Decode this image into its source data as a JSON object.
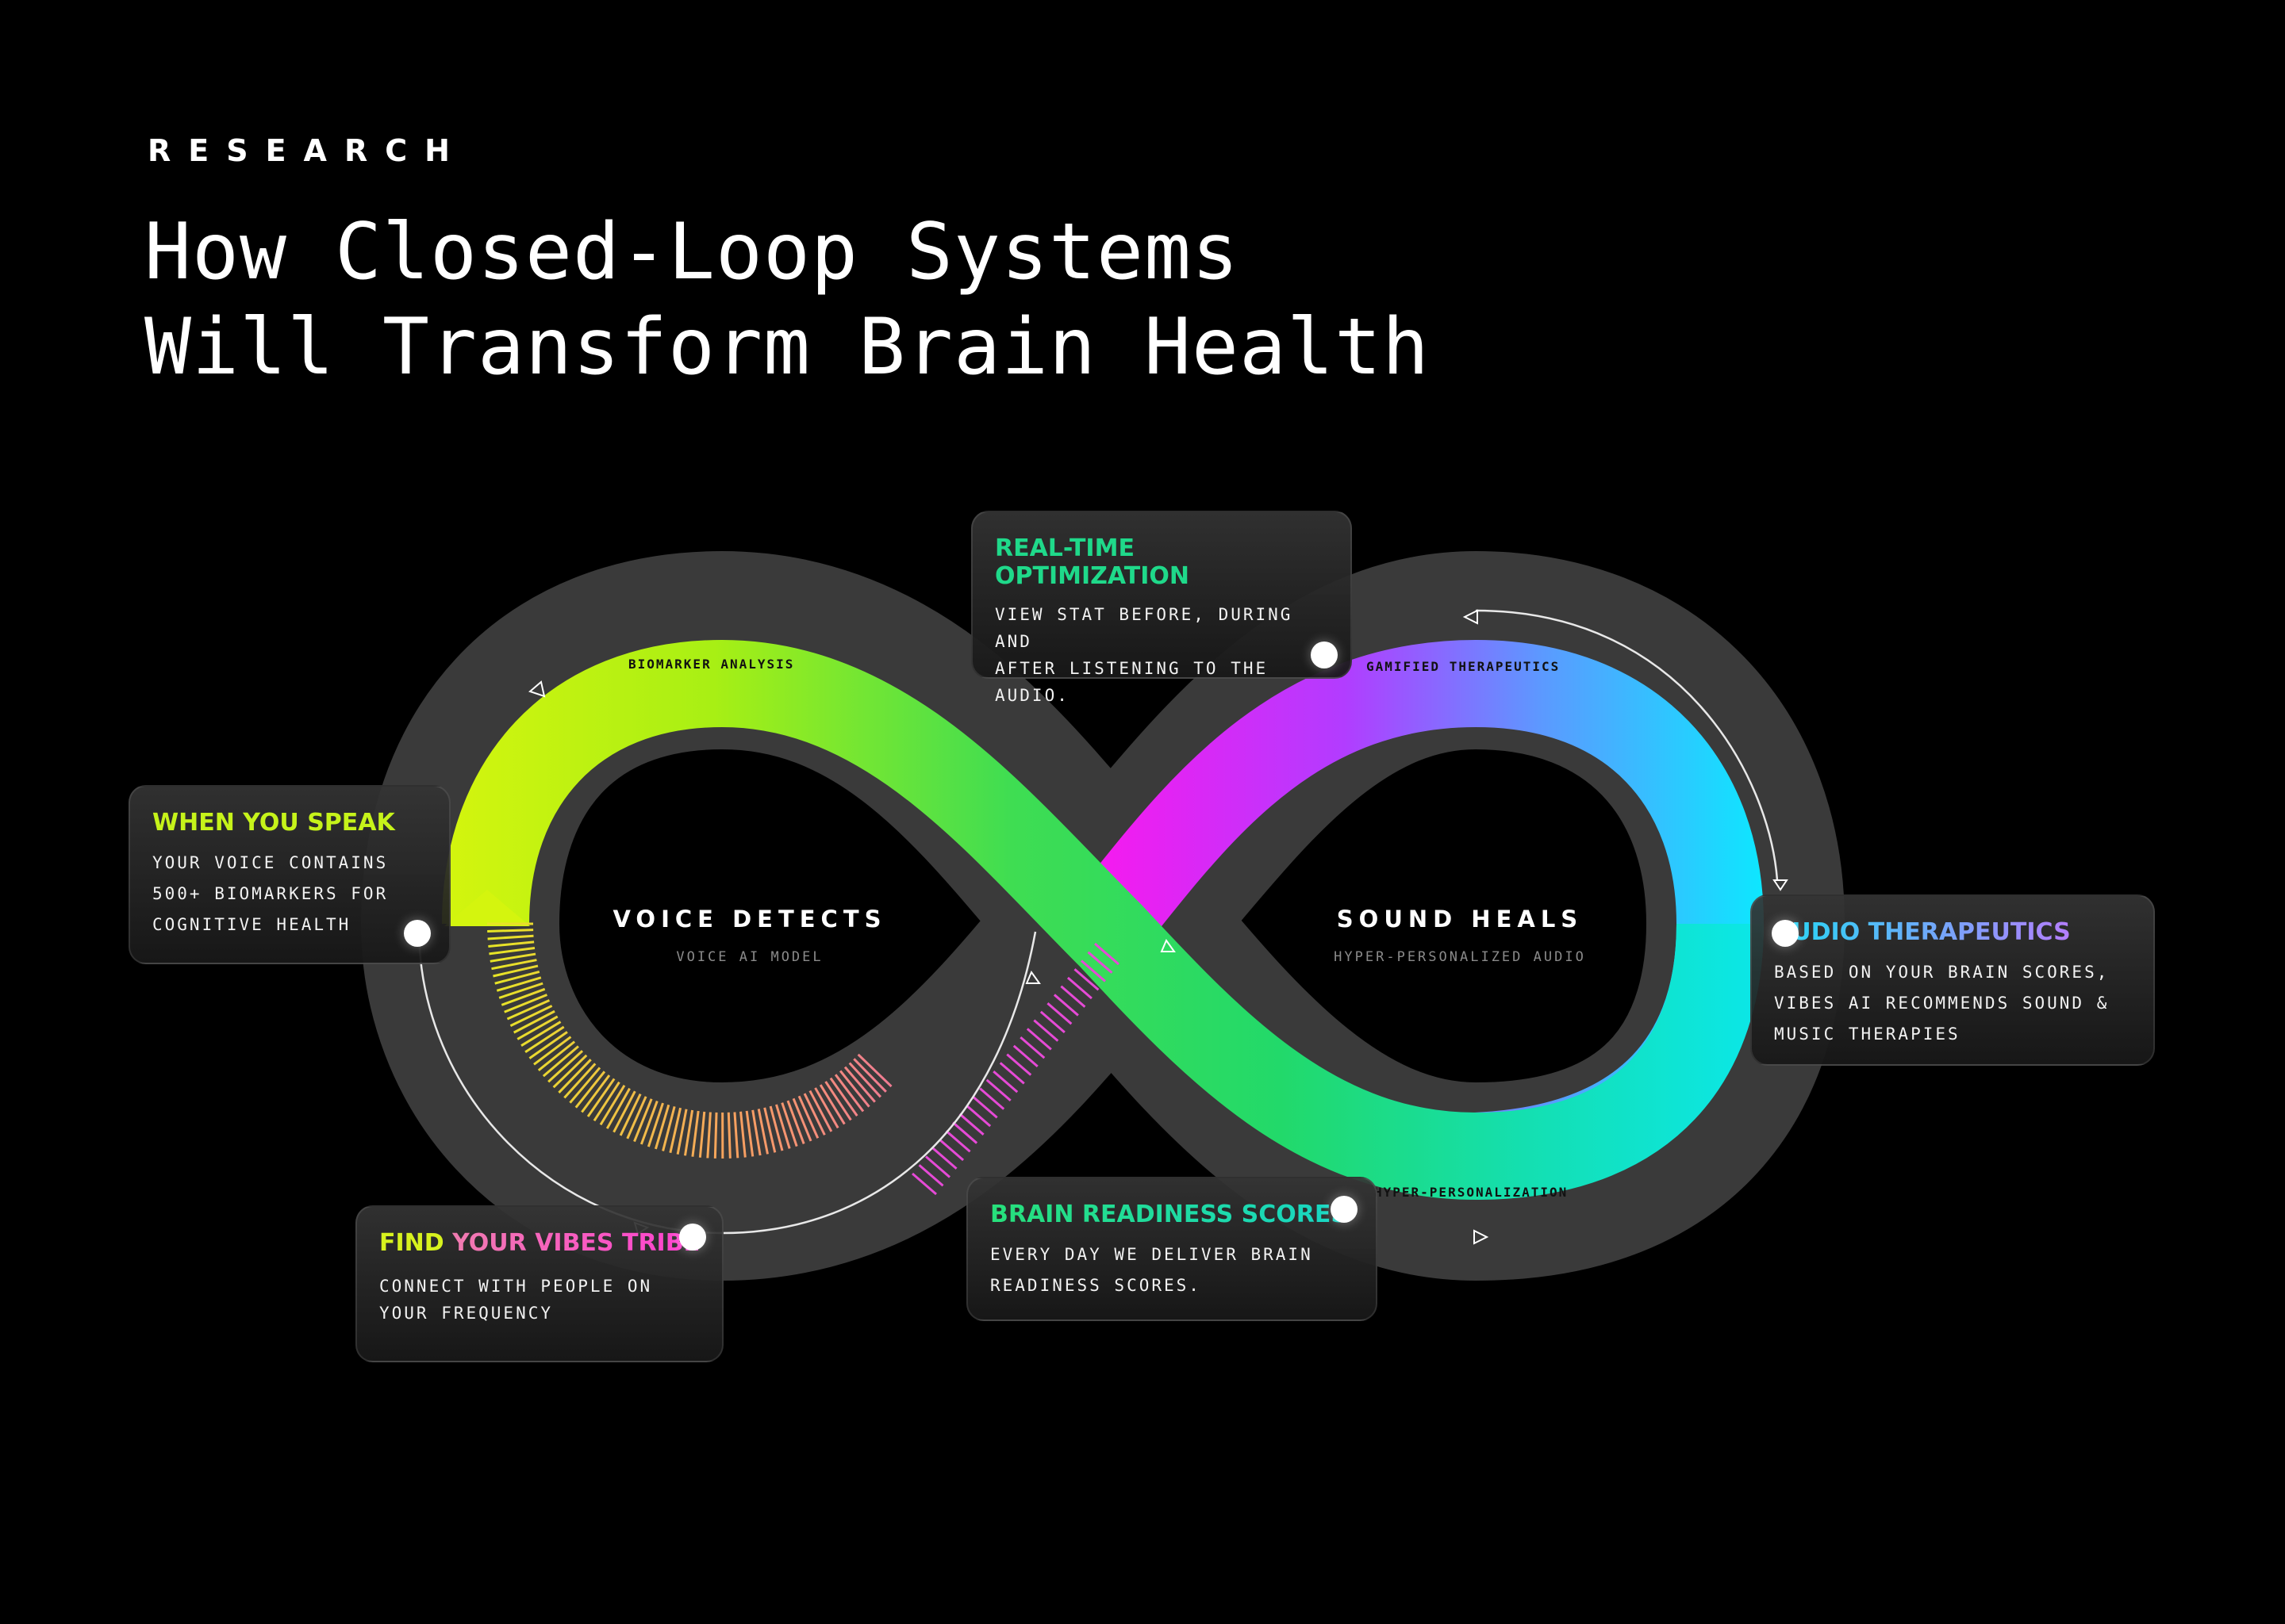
{
  "eyebrow": "RESEARCH",
  "headline": {
    "line1": "How Closed-Loop Systems",
    "line2": "Will Transform Brain Health"
  },
  "loop": {
    "left_center": {
      "title": "VOICE DETECTS",
      "subtitle": "VOICE AI MODEL"
    },
    "right_center": {
      "title": "SOUND HEALS",
      "subtitle": "HYPER-PERSONALIZED AUDIO"
    },
    "path_labels": {
      "biomarker": "BIOMARKER ANALYSIS",
      "gamified": "GAMIFIED THERAPEUTICS",
      "hyper": "HYPER-PERSONALIZATION"
    }
  },
  "cards": {
    "speak": {
      "title": "WHEN YOU SPEAK",
      "lines": [
        "YOUR VOICE CONTAINS",
        "500+ BIOMARKERS FOR",
        "COGNITIVE HEALTH"
      ],
      "color": "#c6f31a"
    },
    "realtime": {
      "title": "REAL-TIME OPTIMIZATION",
      "lines": [
        "VIEW STAT BEFORE, DURING AND",
        "AFTER LISTENING TO THE AUDIO."
      ],
      "color": "#1fd98a"
    },
    "audio": {
      "title": "AUDIO THERAPEUTICS",
      "lines": [
        "BASED ON YOUR BRAIN SCORES,",
        "VIBES AI RECOMMENDS SOUND &",
        "MUSIC THERAPIES"
      ],
      "color_from": "#22d9f5",
      "color_to": "#d36bff"
    },
    "brain": {
      "title": "BRAIN READINESS SCORES",
      "lines": [
        "EVERY DAY WE DELIVER BRAIN",
        "READINESS SCORES."
      ],
      "color_from": "#27e07a",
      "color_to": "#17d6c8"
    },
    "tribe": {
      "title_part1": "FIND",
      "title_part2": "YOUR VIBES TRIBE",
      "lines": [
        "CONNECT WITH PEOPLE ON",
        "YOUR FREQUENCY"
      ],
      "color_from": "#d7f21e",
      "color_to": "#ff3fd1"
    }
  }
}
